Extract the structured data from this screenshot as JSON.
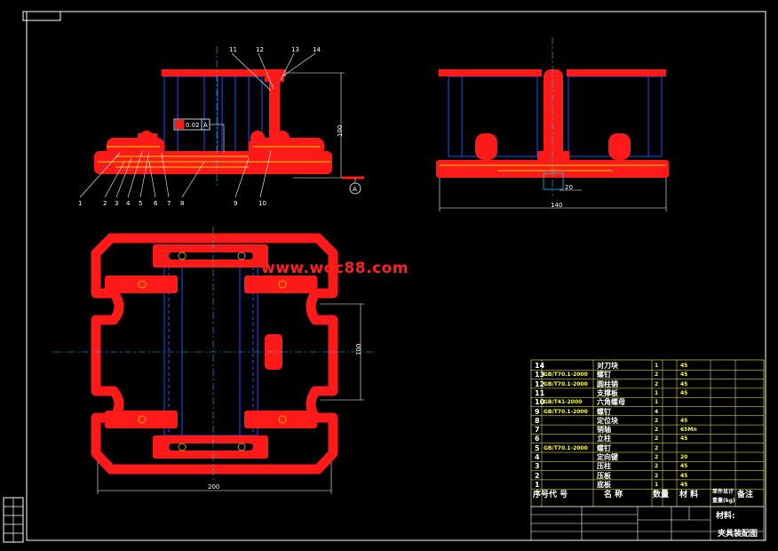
{
  "watermark": "www.woc88.com",
  "callouts_top": [
    "11",
    "12",
    "13",
    "14"
  ],
  "callouts_bottom": [
    "1",
    "2",
    "3",
    "4",
    "5",
    "6",
    "7",
    "8",
    "9",
    "10"
  ],
  "tolerance_frame": {
    "value": "0.02",
    "datum": "A"
  },
  "datum_marker": "A",
  "bom": {
    "rows": [
      {
        "no": "14",
        "code": "",
        "name": "对刀块",
        "qty": "1",
        "mat": "45"
      },
      {
        "no": "13",
        "code": "GB/T70.1-2000",
        "name": "螺钉",
        "qty": "2",
        "mat": "45"
      },
      {
        "no": "12",
        "code": "GB/T70.1-2000",
        "name": "圆柱销",
        "qty": "2",
        "mat": "45"
      },
      {
        "no": "11",
        "code": "",
        "name": "支撑板",
        "qty": "1",
        "mat": "45"
      },
      {
        "no": "10",
        "code": "GB/T41-2000",
        "name": "六角螺母",
        "qty": "1",
        "mat": ""
      },
      {
        "no": "9",
        "code": "GB/T70.1-2000",
        "name": "螺钉",
        "qty": "4",
        "mat": ""
      },
      {
        "no": "8",
        "code": "",
        "name": "定位块",
        "qty": "2",
        "mat": "45"
      },
      {
        "no": "7",
        "code": "",
        "name": "销轴",
        "qty": "2",
        "mat": "65Mn"
      },
      {
        "no": "6",
        "code": "",
        "name": "立柱",
        "qty": "2",
        "mat": "45"
      },
      {
        "no": "5",
        "code": "GB/T70.1-2000",
        "name": "螺钉",
        "qty": "2",
        "mat": ""
      },
      {
        "no": "4",
        "code": "",
        "name": "定向键",
        "qty": "2",
        "mat": "20"
      },
      {
        "no": "3",
        "code": "",
        "name": "压柱",
        "qty": "2",
        "mat": "45"
      },
      {
        "no": "2",
        "code": "",
        "name": "压板",
        "qty": "2",
        "mat": "45"
      },
      {
        "no": "1",
        "code": "",
        "name": "底板",
        "qty": "1",
        "mat": "45"
      }
    ],
    "header": {
      "no": "序号",
      "code": "代  号",
      "name": "名  称",
      "qty": "数量",
      "mat": "材  料",
      "unit_weight": "单件总计",
      "weight": "重量(kg)",
      "note": "备注"
    }
  },
  "title_block": {
    "material": "材料:",
    "title": "夹具装配图"
  }
}
